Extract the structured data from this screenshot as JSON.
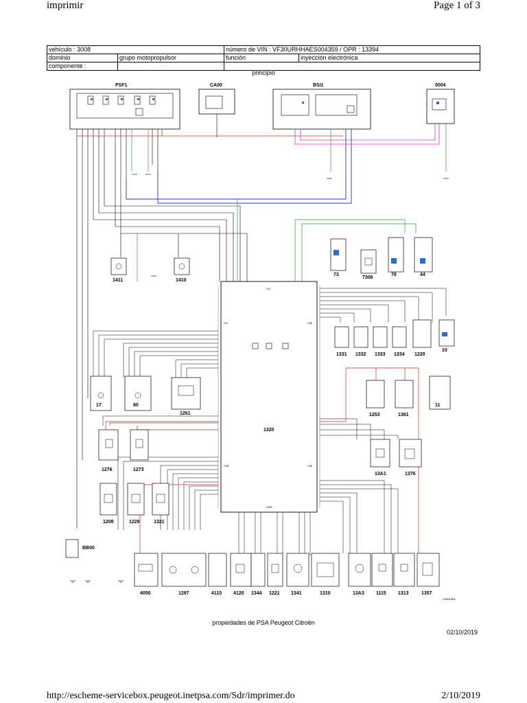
{
  "print_header": {
    "title": "imprimir",
    "page": "Page 1 of 3"
  },
  "info_table": {
    "vehicle": "vehículo : 3008",
    "vin": "número de VIN : VF30URHHAES004359 / OPR : 13394",
    "domain_label": "dominio",
    "domain_value": "grupo motopropulsor",
    "function_label": "función",
    "function_value": "inyección electrónica",
    "component_label": "componente :"
  },
  "diagram": {
    "subtitle": "principio",
    "top_components": [
      "PSF1",
      "CA00",
      "BSI1",
      "0004"
    ],
    "ecu_label": "1320",
    "ecu_connectors": [
      "CH",
      "CMI",
      "CMR",
      "CME"
    ],
    "components": [
      "1411",
      "1410",
      "73",
      "7306",
      "78",
      "44",
      "1331",
      "1332",
      "1333",
      "1334",
      "1220",
      "10",
      "17",
      "80",
      "1261",
      "1253",
      "1361",
      "11",
      "1276",
      "1273",
      "13A1",
      "1376",
      "1208",
      "1229",
      "1321",
      "BB00",
      "4050",
      "1297",
      "4110",
      "4120",
      "1344",
      "1221",
      "1341",
      "1310",
      "13A3",
      "1115",
      "1313",
      "1357"
    ],
    "ref": "D3EEA06"
  },
  "footer": {
    "owner": "propiedades de PSA Peugeot Citroën",
    "date": "02/10/2019",
    "url": "http://escheme-servicebox.peugeot.inetpsa.com/Sdr/imprimer.do",
    "print_date": "2/10/2019"
  }
}
